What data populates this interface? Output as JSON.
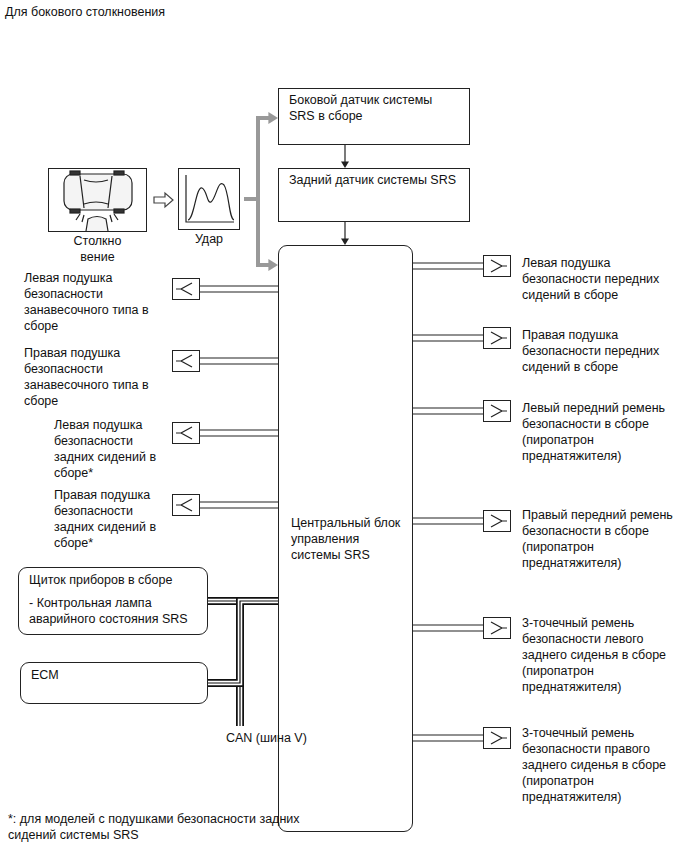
{
  "diagram": {
    "title": "Для бокового столкновения",
    "nodes": [
      {
        "text": [
          "Столкно вение"
        ]
      },
      {
        "text": [
          "Удар"
        ]
      },
      {
        "text": [
          "Боковой датчик системы SRS в сборе"
        ]
      },
      {
        "text": [
          "Задний датчик системы SRS"
        ]
      },
      {
        "text": [
          "Центральный блок управления системы SRS"
        ]
      },
      {
        "text": [
          "Левая подушка безопасности занавесочного типа в сборе"
        ]
      },
      {
        "text": [
          "Правая подушка безопасности занавесочного типа в сборе"
        ]
      },
      {
        "text": [
          "Левая подушка безопасности задних сидений в сборе*"
        ]
      },
      {
        "text": [
          "Правая подушка безопасности задних сидений в сборе*"
        ]
      },
      {
        "text": [
          "Левая подушка безопасности передних сидений в сборе"
        ]
      },
      {
        "text": [
          "Правая подушка безопасности передних сидений в сборе"
        ]
      },
      {
        "text": [
          "Левый передний ремень безопасности в сборе (пиропатрон преднатяжителя)"
        ]
      },
      {
        "text": [
          "Правый передний ремень безопасности в сборе (пиропатрон преднатяжителя)"
        ]
      },
      {
        "text": [
          "3-точечный ремень безопасности левого заднего сиденья в сборе (пиропатрон преднатяжителя)"
        ]
      },
      {
        "text": [
          "3-точечный ремень безопасности правого заднего сиденья в сборе (пиропатрон преднатяжителя)"
        ]
      },
      {
        "text": [
          "Щиток приборов в сборе",
          "- Контрольная лампа аварийного состояния SRS"
        ]
      },
      {
        "text": [
          "ECM"
        ]
      }
    ],
    "edges": [
      {
        "from": 0,
        "to": 1,
        "arrow": "to"
      },
      {
        "from": 1,
        "to": 2,
        "arrow": "to"
      },
      {
        "from": 1,
        "to": 4,
        "arrow": "to"
      },
      {
        "from": 2,
        "to": 3,
        "arrow": "to"
      },
      {
        "from": 3,
        "to": 4,
        "arrow": "to"
      },
      {
        "from": 4,
        "to": 5,
        "arrow": "none"
      },
      {
        "from": 4,
        "to": 6,
        "arrow": "none"
      },
      {
        "from": 4,
        "to": 7,
        "arrow": "none"
      },
      {
        "from": 4,
        "to": 8,
        "arrow": "none"
      },
      {
        "from": 4,
        "to": 9,
        "arrow": "none"
      },
      {
        "from": 4,
        "to": 10,
        "arrow": "none"
      },
      {
        "from": 4,
        "to": 11,
        "arrow": "none"
      },
      {
        "from": 4,
        "to": 12,
        "arrow": "none"
      },
      {
        "from": 4,
        "to": 13,
        "arrow": "none"
      },
      {
        "from": 4,
        "to": 14,
        "arrow": "none"
      },
      {
        "from": 15,
        "to": 4,
        "arrow": "none"
      },
      {
        "from": 16,
        "to": 4,
        "arrow": "none"
      }
    ],
    "labels": [
      "CAN (шина V)",
      "*: для моделей с подушками безопасности задних сидений системы SRS"
    ]
  }
}
